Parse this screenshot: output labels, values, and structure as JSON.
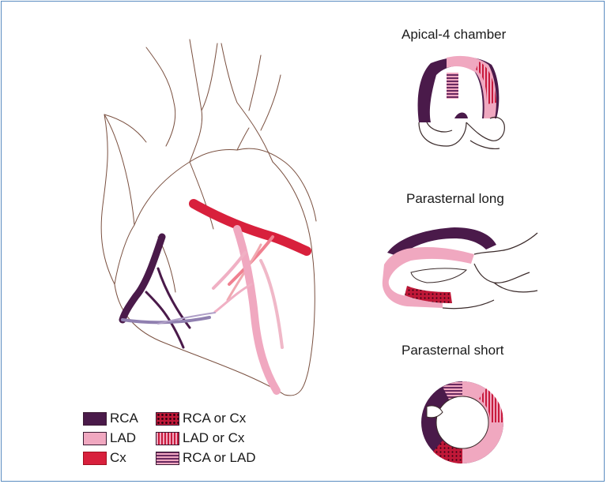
{
  "views": {
    "apical": "Apical-4 chamber",
    "plong": "Parasternal long",
    "pshort": "Parasternal short"
  },
  "legend": {
    "rca": "RCA",
    "lad": "LAD",
    "cx": "Cx",
    "rca_or_cx": "RCA or Cx",
    "lad_or_cx": "LAD or Cx",
    "rca_or_lad": "RCA or LAD"
  },
  "colors": {
    "rca": "#4a1a4a",
    "lad": "#f0a8c0",
    "cx": "#d8203c",
    "outline": "#7a5040"
  }
}
